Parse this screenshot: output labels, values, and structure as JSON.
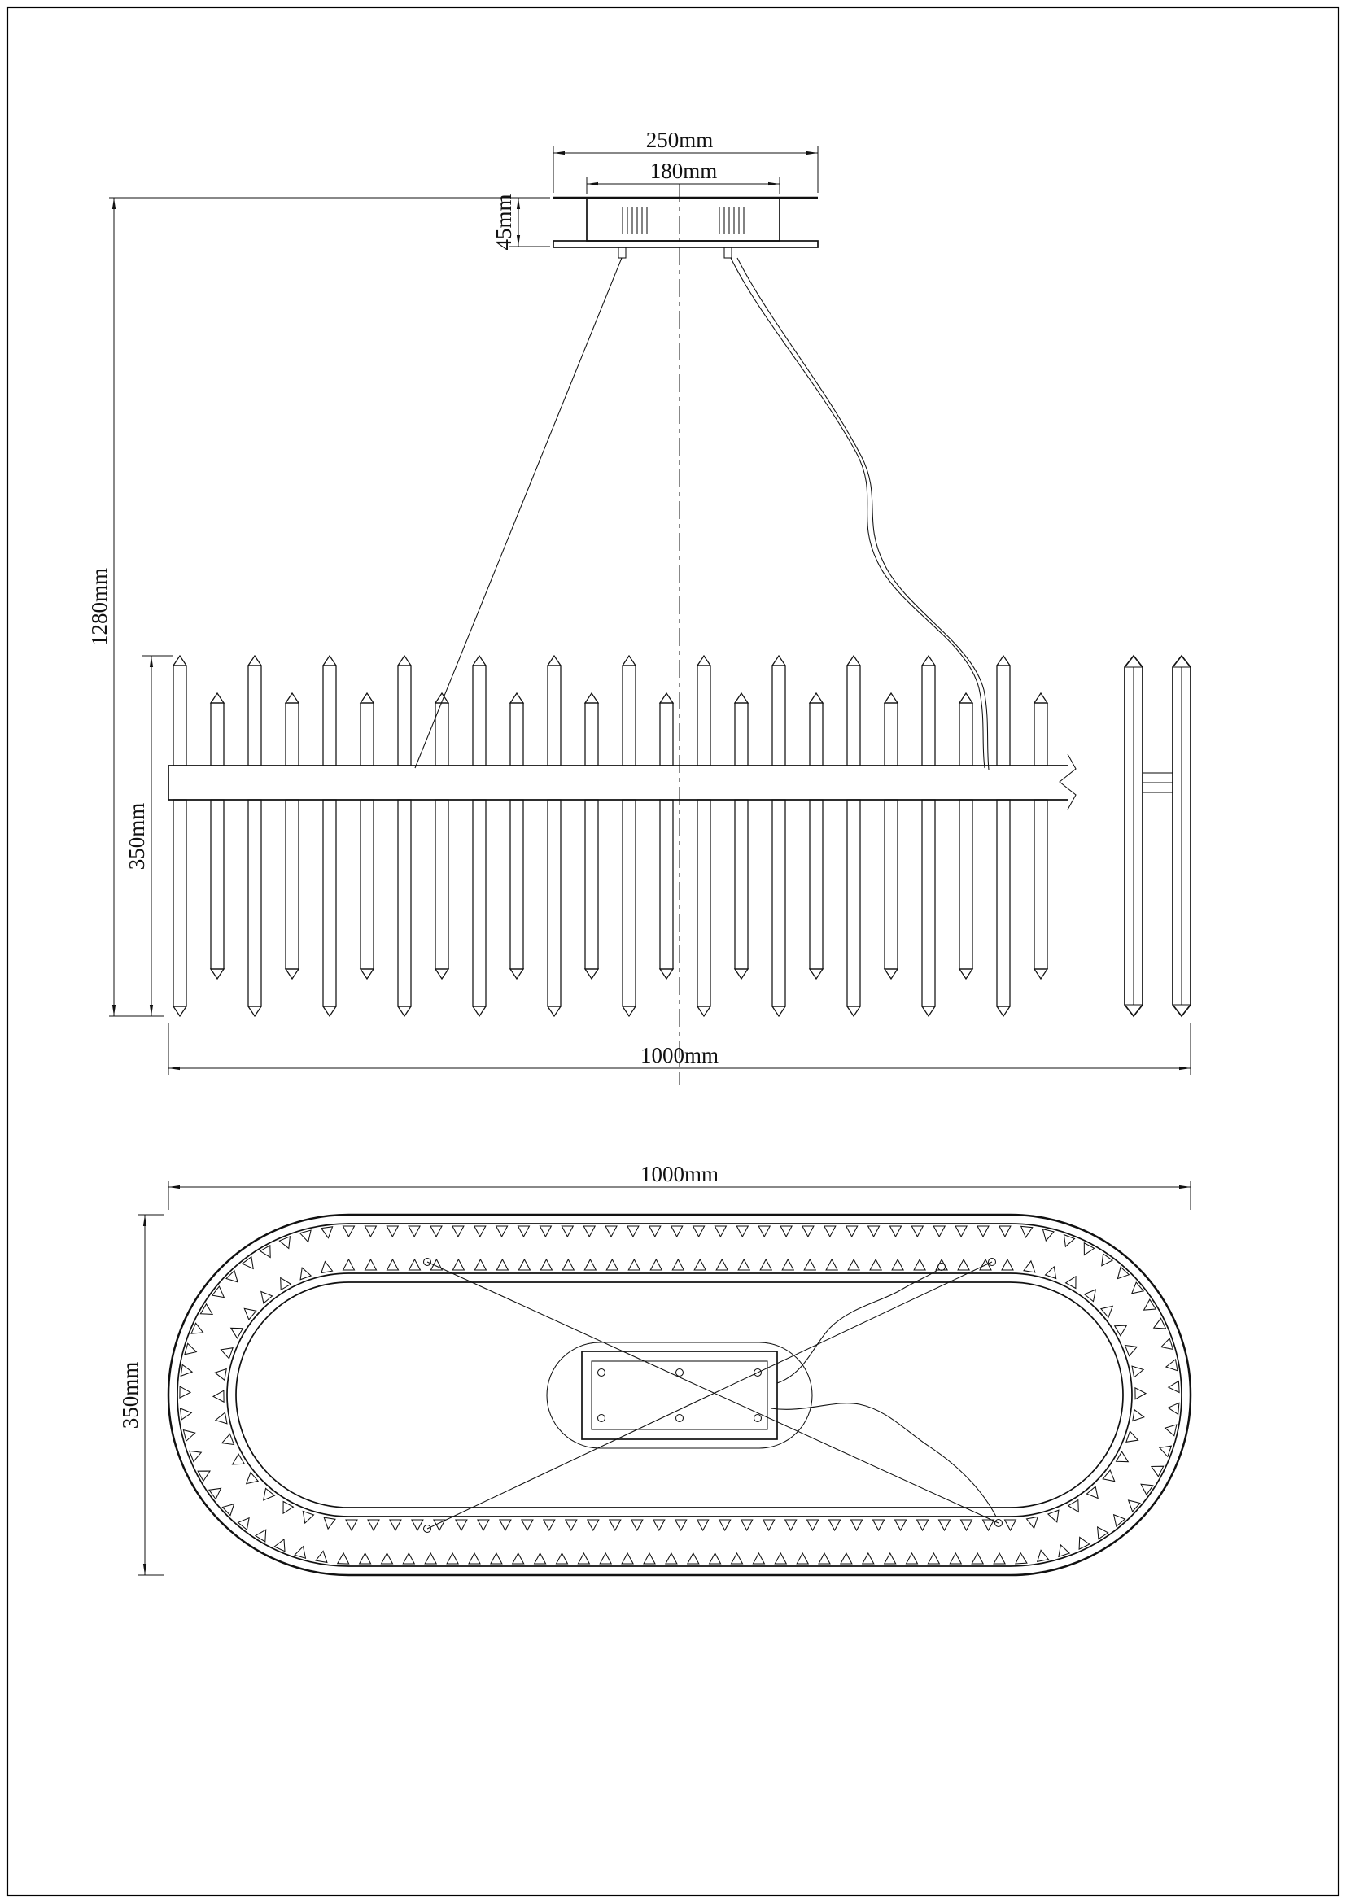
{
  "page": {
    "background": "#ffffff",
    "line_color": "#111111"
  },
  "drawing": {
    "front_view": {
      "dim_canopy_outer_width": "250mm",
      "dim_canopy_inner_width": "180mm",
      "dim_canopy_height": "45mm",
      "dim_overall_drop": "1280mm",
      "dim_body_height": "350mm",
      "dim_body_length": "1000mm"
    },
    "plan_view": {
      "dim_length": "1000mm",
      "dim_width": "350mm"
    }
  }
}
